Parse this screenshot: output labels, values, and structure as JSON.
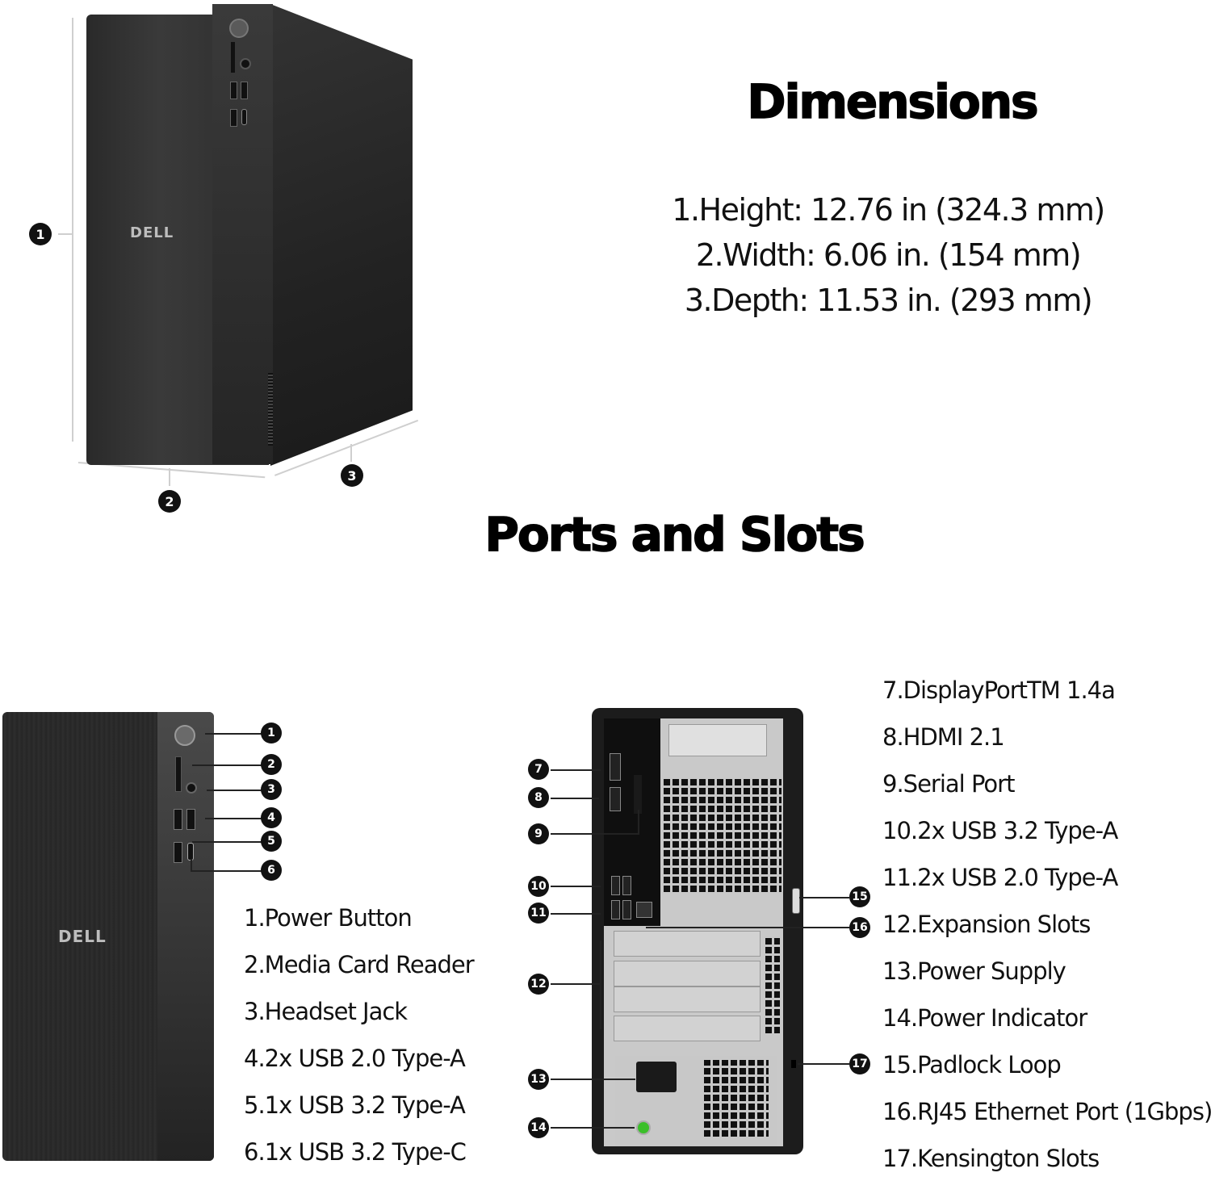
{
  "dimensions": {
    "title": "Dimensions",
    "specs": [
      "1.Height: 12.76 in (324.3 mm)",
      "2.Width: 6.06 in. (154 mm)",
      "3.Depth: 11.53 in. (293 mm)"
    ],
    "callouts": [
      "1",
      "2",
      "3"
    ],
    "brand_logo": "DELL"
  },
  "ports": {
    "title": "Ports and Slots",
    "front_callouts": [
      "1",
      "2",
      "3",
      "4",
      "5",
      "6"
    ],
    "back_callouts": [
      "7",
      "8",
      "9",
      "10",
      "11",
      "12",
      "13",
      "14",
      "15",
      "16",
      "17"
    ],
    "front_labels": [
      "1.Power Button",
      "2.Media Card Reader",
      "3.Headset Jack",
      "4.2x USB 2.0 Type-A",
      "5.1x USB 3.2 Type-A",
      "6.1x USB 3.2 Type-C"
    ],
    "back_labels": [
      "7.DisplayPortTM 1.4a",
      "8.HDMI 2.1",
      "9.Serial Port",
      "10.2x USB 3.2 Type-A",
      "11.2x USB 2.0 Type-A",
      "12.Expansion Slots",
      "13.Power Supply",
      "14.Power Indicator",
      "15.Padlock Loop",
      "16.RJ45 Ethernet Port (1Gbps)",
      "17.Kensington Slots"
    ],
    "brand_logo": "DELL"
  },
  "colors": {
    "background": "#ffffff",
    "text": "#111111",
    "badge": "#111111",
    "power_led": "#3bbf2a"
  }
}
